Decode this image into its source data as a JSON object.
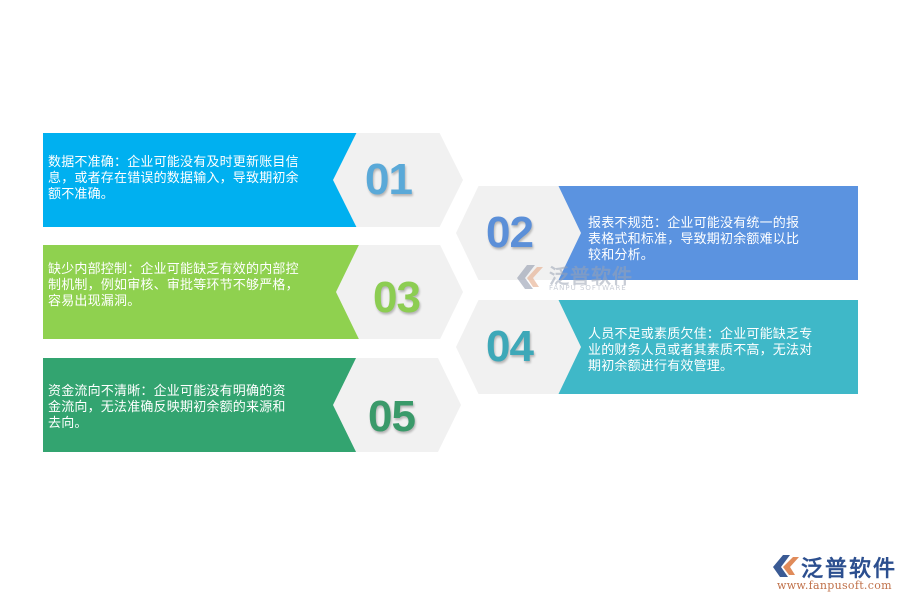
{
  "items": [
    {
      "number": "01",
      "color": "#00b0f0",
      "number_color": "#5aa9d8",
      "text": "数据不准确：企业可能没有及时更新账目信息，或者存在错误的数据输入，导致期初余额不准确。",
      "lines": [
        "数据不准确：企业可能没有及时更新账目信",
        "息，或者存在错误的数据输入，导致期初余",
        "额不准确。"
      ]
    },
    {
      "number": "02",
      "color": "#5b93e0",
      "number_color": "#5b8fd8",
      "text": "报表不规范：企业可能没有统一的报表格式和标准，导致期初余额难以比较和分析。",
      "lines": [
        "报表不规范：企业可能没有统一的报",
        "表格式和标准，导致期初余额难以比",
        "较和分析。"
      ]
    },
    {
      "number": "03",
      "color": "#8fd14f",
      "number_color": "#8ccd52",
      "text": "缺少内部控制：企业可能缺乏有效的内部控制机制，例如审核、审批等环节不够严格，容易出现漏洞。",
      "lines": [
        "缺少内部控制：企业可能缺乏有效的内部控",
        "制机制，例如审核、审批等环节不够严格，",
        "容易出现漏洞。"
      ]
    },
    {
      "number": "04",
      "color": "#3fb8c8",
      "number_color": "#3ea8b8",
      "text": "人员不足或素质欠佳：企业可能缺乏专业的财务人员或者其素质不高，无法对期初余额进行有效管理。",
      "lines": [
        "人员不足或素质欠佳：企业可能缺乏专",
        "业的财务人员或者其素质不高，无法对",
        "期初余额进行有效管理。"
      ]
    },
    {
      "number": "05",
      "color": "#33a470",
      "number_color": "#3a9a6a",
      "text": "资金流向不清晰：企业可能没有明确的资金流向，无法准确反映期初余额的来源和去向。",
      "lines": [
        "资金流向不清晰：企业可能没有明确的资",
        "金流向，无法准确反映期初余额的来源和",
        "去向。"
      ]
    }
  ],
  "watermark": {
    "name": "泛普软件",
    "sub": "FANPU SOFTWARE"
  },
  "logo": {
    "name": "泛普软件",
    "url": "www.fanpusoft.com",
    "icon": "fanpu-logo-icon"
  }
}
